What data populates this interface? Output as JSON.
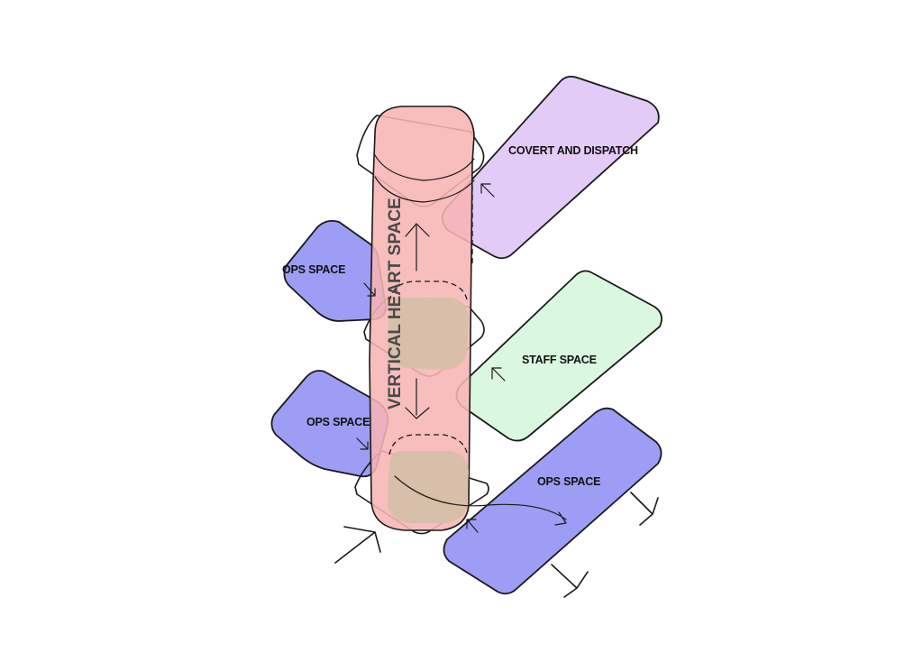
{
  "colors": {
    "ops_space": "#9d9df5",
    "staff_space": "#d9f8df",
    "covert_dispatch": "#e3cbf8",
    "vertical_heart": "#f7b4b4",
    "landing_overlap": "#d6bfa8",
    "ink": "#1a1a1a"
  },
  "labels": {
    "covert_dispatch": "COVERT AND DISPATCH",
    "staff_space": "STAFF SPACE",
    "ops_space_upper": "OPS SPACE",
    "ops_space_middle": "OPS SPACE",
    "ops_space_lower": "OPS SPACE",
    "vertical_heart": "VERTICAL HEART SPACE"
  },
  "icons": [
    "entry-arrow-icon",
    "circulation-arrow-icon",
    "exit-arrow-icon"
  ]
}
